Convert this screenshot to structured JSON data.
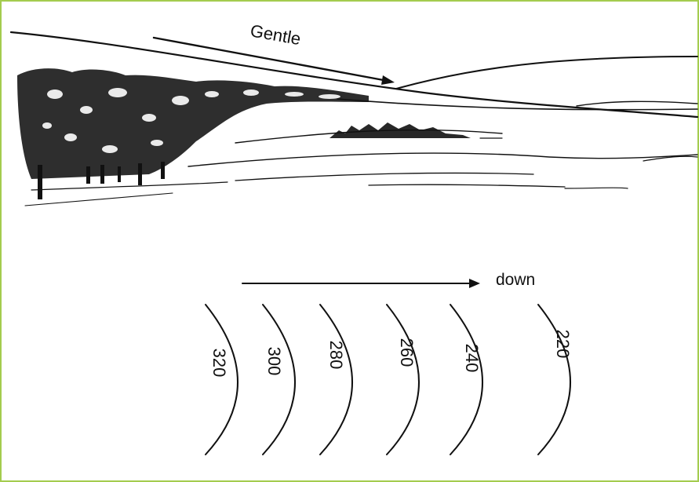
{
  "colors": {
    "border": "#a4cc4f",
    "ink": "#111111",
    "background": "#ffffff"
  },
  "illustration": {
    "slope_label": "Gentle",
    "name": "landscape-gentle-slope"
  },
  "contour_diagram": {
    "direction_label": "down",
    "contours": [
      {
        "label": "320"
      },
      {
        "label": "300"
      },
      {
        "label": "280"
      },
      {
        "label": "260"
      },
      {
        "label": "240"
      },
      {
        "label": "220"
      }
    ]
  }
}
